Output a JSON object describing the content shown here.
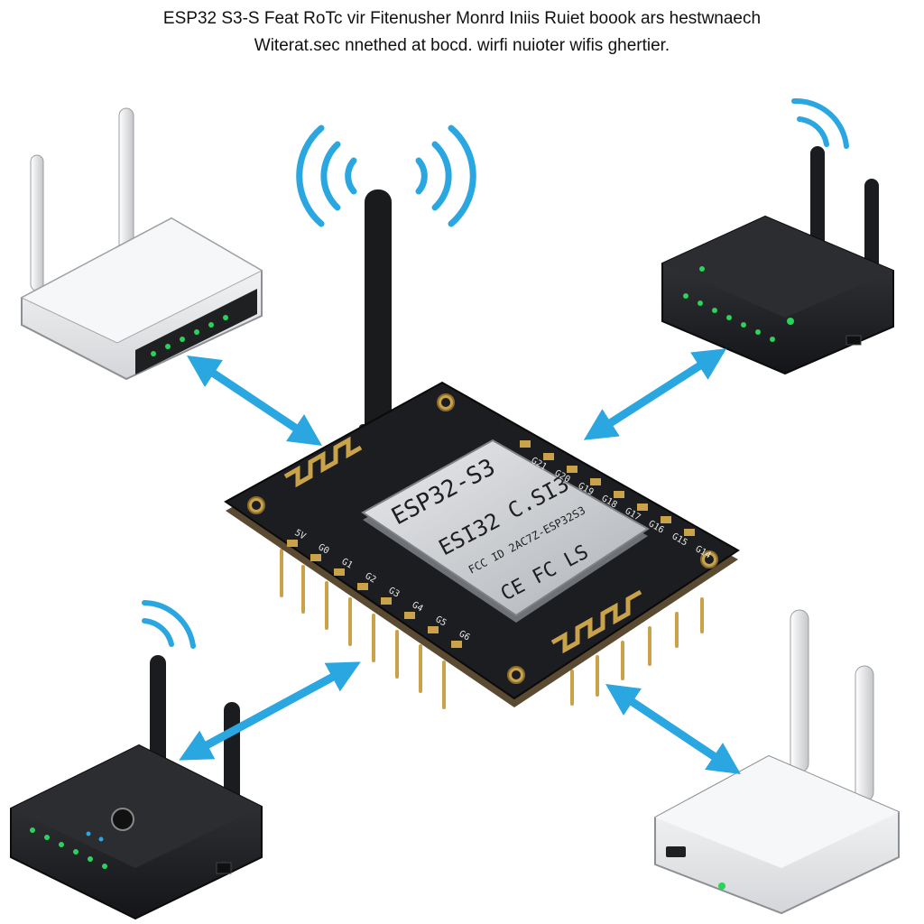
{
  "caption": {
    "line1": "ESP32 S3-S Feat RoTc vir Fitenusher Monrd Iniis Ruiet boook ars hestwnaech",
    "line2": "Witerat.sec nnethed at bocd. wirfi nuioter wifis ghertier."
  },
  "module": {
    "title": "ESP32-S3",
    "model": "ESI32 C.SI3",
    "code": "FCC ID 2AC7Z-ESP32S3",
    "cert": "CE FC LS"
  },
  "pin_labels_left": [
    "5V",
    "G0",
    "G1",
    "G2",
    "G3",
    "G4",
    "G5",
    "G6"
  ],
  "pin_labels_right": [
    "G21",
    "G20",
    "G19",
    "G18",
    "G17",
    "G16",
    "G15",
    "G14"
  ],
  "colors": {
    "accent_blue": "#2aa7e0",
    "pcb": "#1c1d20",
    "gold": "#c9a24a",
    "led_green": "#28d45a"
  },
  "icons": [
    "wifi-signal-icon",
    "bidirectional-arrow-icon",
    "router-icon",
    "esp32-board-icon"
  ]
}
